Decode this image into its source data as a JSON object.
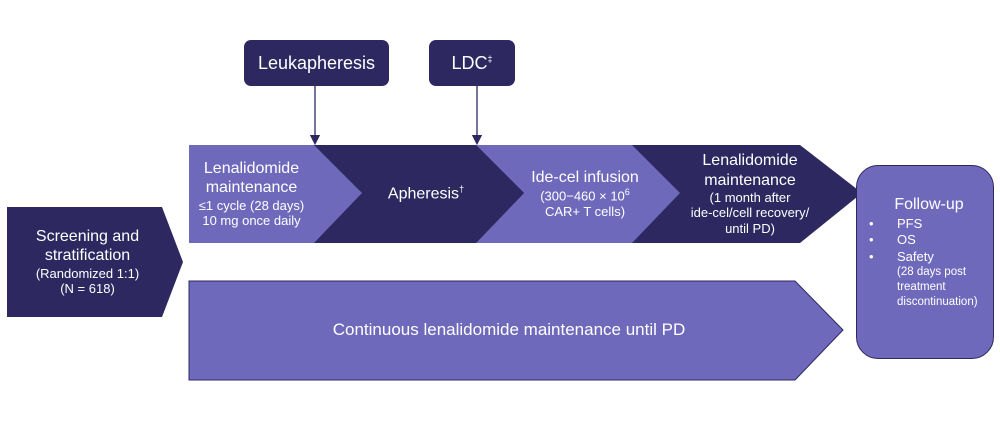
{
  "colors": {
    "dark": "#2d2860",
    "light": "#6e69bb",
    "text": "#ffffff"
  },
  "top_boxes": {
    "leukapheresis": "Leukapheresis",
    "ldc": "LDC",
    "ldc_sup": "‡"
  },
  "screening": {
    "line1": "Screening and",
    "line2": "stratification",
    "line3": "(Randomized 1:1)",
    "line4": "(N = 618)"
  },
  "arm1": {
    "step1": {
      "title1": "Lenalidomide",
      "title2": "maintenance",
      "detail1": "≤1 cycle (28 days)",
      "detail2": "10 mg once daily"
    },
    "step2": {
      "title": "Apheresis",
      "sup": "†"
    },
    "step3": {
      "title": "Ide-cel infusion",
      "detail1": "(300−460 × 10",
      "detail1_sup": "6",
      "detail2": "CAR+ T cells)"
    },
    "step4": {
      "title1": "Lenalidomide",
      "title2": "maintenance",
      "detail1": "(1 month after",
      "detail2": "ide-cel/cell recovery/",
      "detail3": "until PD)"
    }
  },
  "arm2": {
    "label": "Continuous lenalidomide maintenance until PD"
  },
  "followup": {
    "title": "Follow-up",
    "items": [
      "PFS",
      "OS",
      "Safety"
    ],
    "bullet": "•",
    "note1": "(28 days post",
    "note2": "treatment",
    "note3": "discontinuation)"
  }
}
